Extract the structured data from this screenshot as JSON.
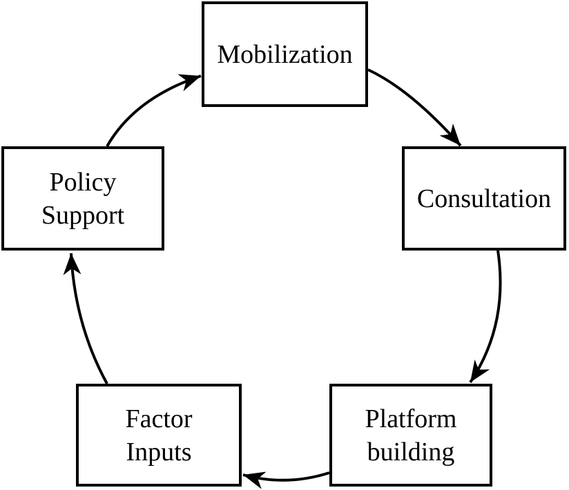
{
  "diagram": {
    "type": "cycle",
    "background_color": "#ffffff",
    "node_fill_color": "#ffffff",
    "node_border_color": "#000000",
    "arrow_color": "#000000",
    "text_color": "#000000",
    "nodes": {
      "mobilization": {
        "label": "Mobilization",
        "lines": [
          "Mobilization"
        ]
      },
      "consultation": {
        "label": "Consultation",
        "lines": [
          "Consultation"
        ]
      },
      "platform_building": {
        "label": "Platform building",
        "lines": [
          "Platform",
          "building"
        ]
      },
      "factor_inputs": {
        "label": "Factor Inputs",
        "lines": [
          "Factor",
          "Inputs"
        ]
      },
      "policy_support": {
        "label": "Policy Support",
        "lines": [
          "Policy",
          "Support"
        ]
      }
    },
    "edges": [
      {
        "from": "mobilization",
        "to": "consultation"
      },
      {
        "from": "consultation",
        "to": "platform_building"
      },
      {
        "from": "platform_building",
        "to": "factor_inputs"
      },
      {
        "from": "factor_inputs",
        "to": "policy_support"
      },
      {
        "from": "policy_support",
        "to": "mobilization"
      }
    ]
  }
}
